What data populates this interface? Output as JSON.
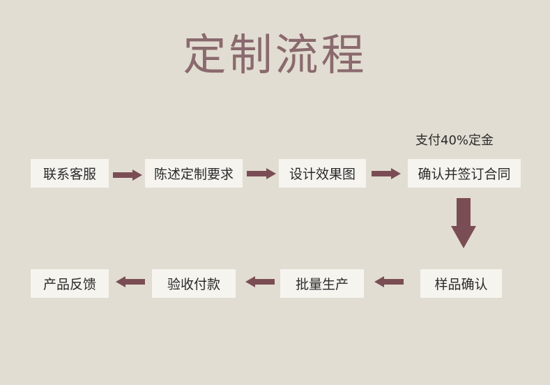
{
  "title": "定制流程",
  "note": "支付40%定金",
  "row1": [
    "联系客服",
    "陈述定制要求",
    "设计效果图",
    "确认并签订合同"
  ],
  "row2": [
    "产品反馈",
    "验收付款",
    "批量生产",
    "样品确认"
  ],
  "colors": {
    "arrow": "#7a4d55",
    "title": "#8a6a6e",
    "box": "#f6f4ef",
    "background": "#e2ddd2"
  }
}
